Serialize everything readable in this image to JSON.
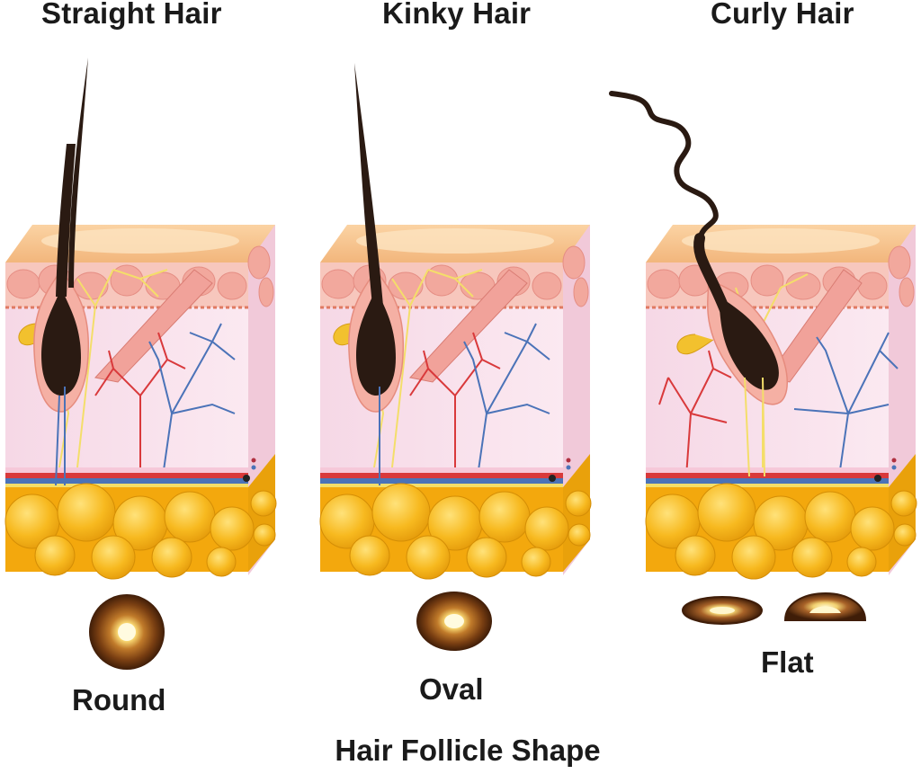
{
  "panels": [
    {
      "title": "Straight Hair",
      "shape_label": "Round"
    },
    {
      "title": "Kinky Hair",
      "shape_label": "Oval"
    },
    {
      "title": "Curly Hair",
      "shape_label": "Flat"
    }
  ],
  "caption": "Hair Follicle Shape",
  "colors": {
    "skin_top": "#f6c08c",
    "dermis": "#f7dbe7",
    "epidermis_cells": "#f3b3a8",
    "fat": "#f6b21a",
    "hair": "#2a1a12",
    "artery": "#d9393b",
    "vein": "#4b73b8",
    "nerve": "#f4de6a"
  }
}
